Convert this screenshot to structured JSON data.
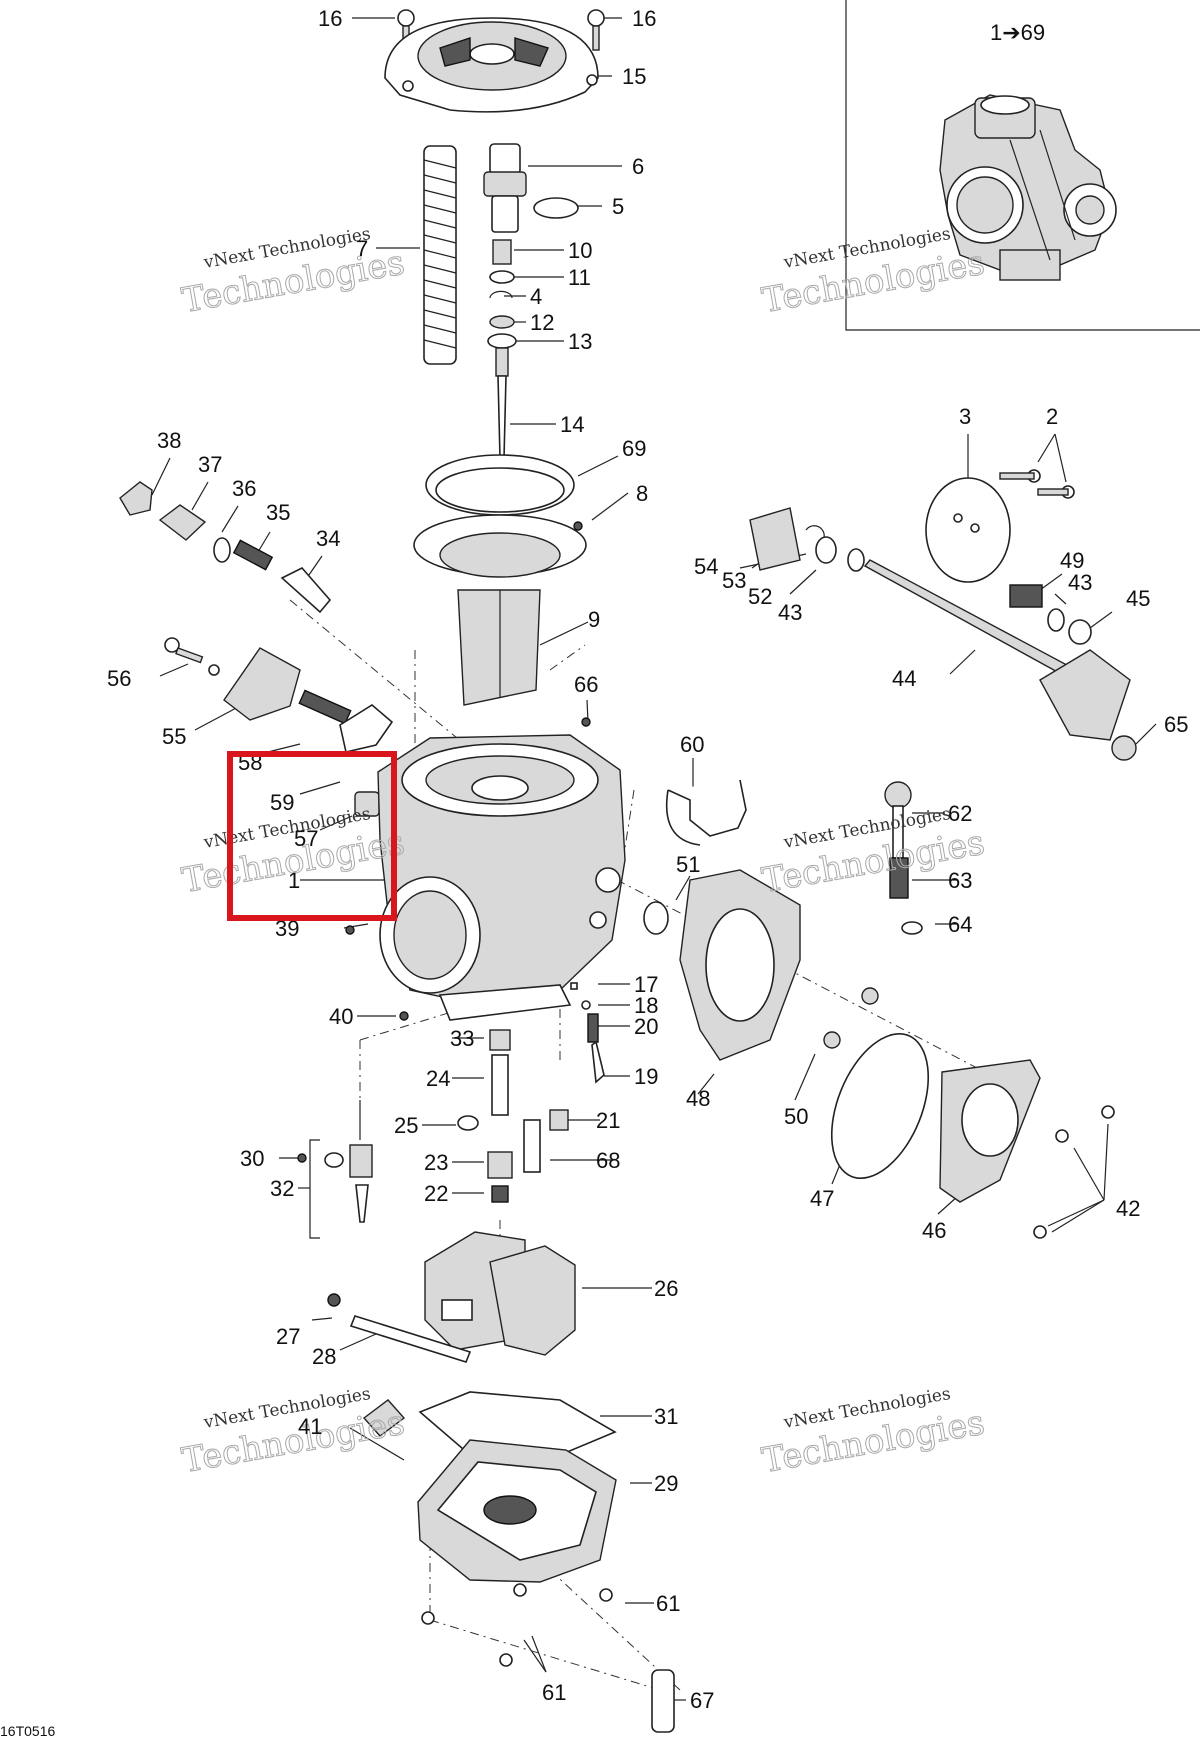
{
  "reference_code": "16T0516",
  "inset_label": "1➔69",
  "watermark": {
    "line1": "vNext Technologies",
    "line2": "Technologies"
  },
  "highlight": {
    "color": "#d9161c"
  },
  "callouts": [
    "16",
    "16",
    "15",
    "6",
    "5",
    "7",
    "10",
    "11",
    "4",
    "12",
    "13",
    "14",
    "69",
    "8",
    "9",
    "38",
    "37",
    "36",
    "35",
    "34",
    "3",
    "2",
    "49",
    "43",
    "45",
    "54",
    "53",
    "52",
    "43",
    "44",
    "65",
    "56",
    "55",
    "66",
    "60",
    "59",
    "57",
    "58",
    "1",
    "62",
    "63",
    "64",
    "51",
    "39",
    "40",
    "17",
    "18",
    "20",
    "19",
    "33",
    "24",
    "25",
    "21",
    "23",
    "68",
    "22",
    "30",
    "32",
    "48",
    "50",
    "47",
    "46",
    "42",
    "26",
    "27",
    "28",
    "41",
    "31",
    "29",
    "61",
    "61",
    "67"
  ]
}
